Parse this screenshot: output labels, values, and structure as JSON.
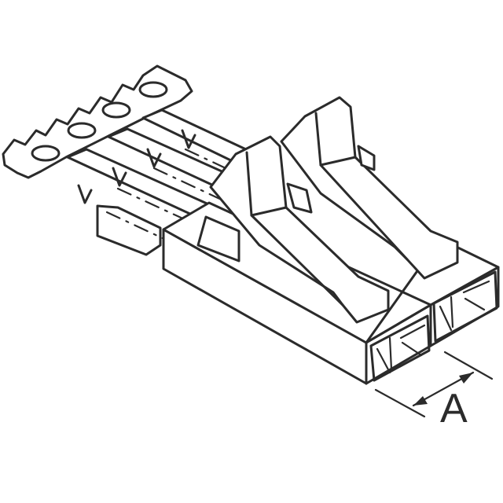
{
  "diagram": {
    "subject": "2-position wire-to-board connector housing with crimp terminals on carrier strip (isometric view)",
    "dimension_label": "A",
    "colors": {
      "line": "#2b2b2b",
      "background": "#ffffff"
    },
    "parts": [
      "carrier-strip",
      "crimp-terminals",
      "housing",
      "latch-left",
      "latch-right",
      "cavity-openings",
      "dimension-arrow"
    ]
  }
}
